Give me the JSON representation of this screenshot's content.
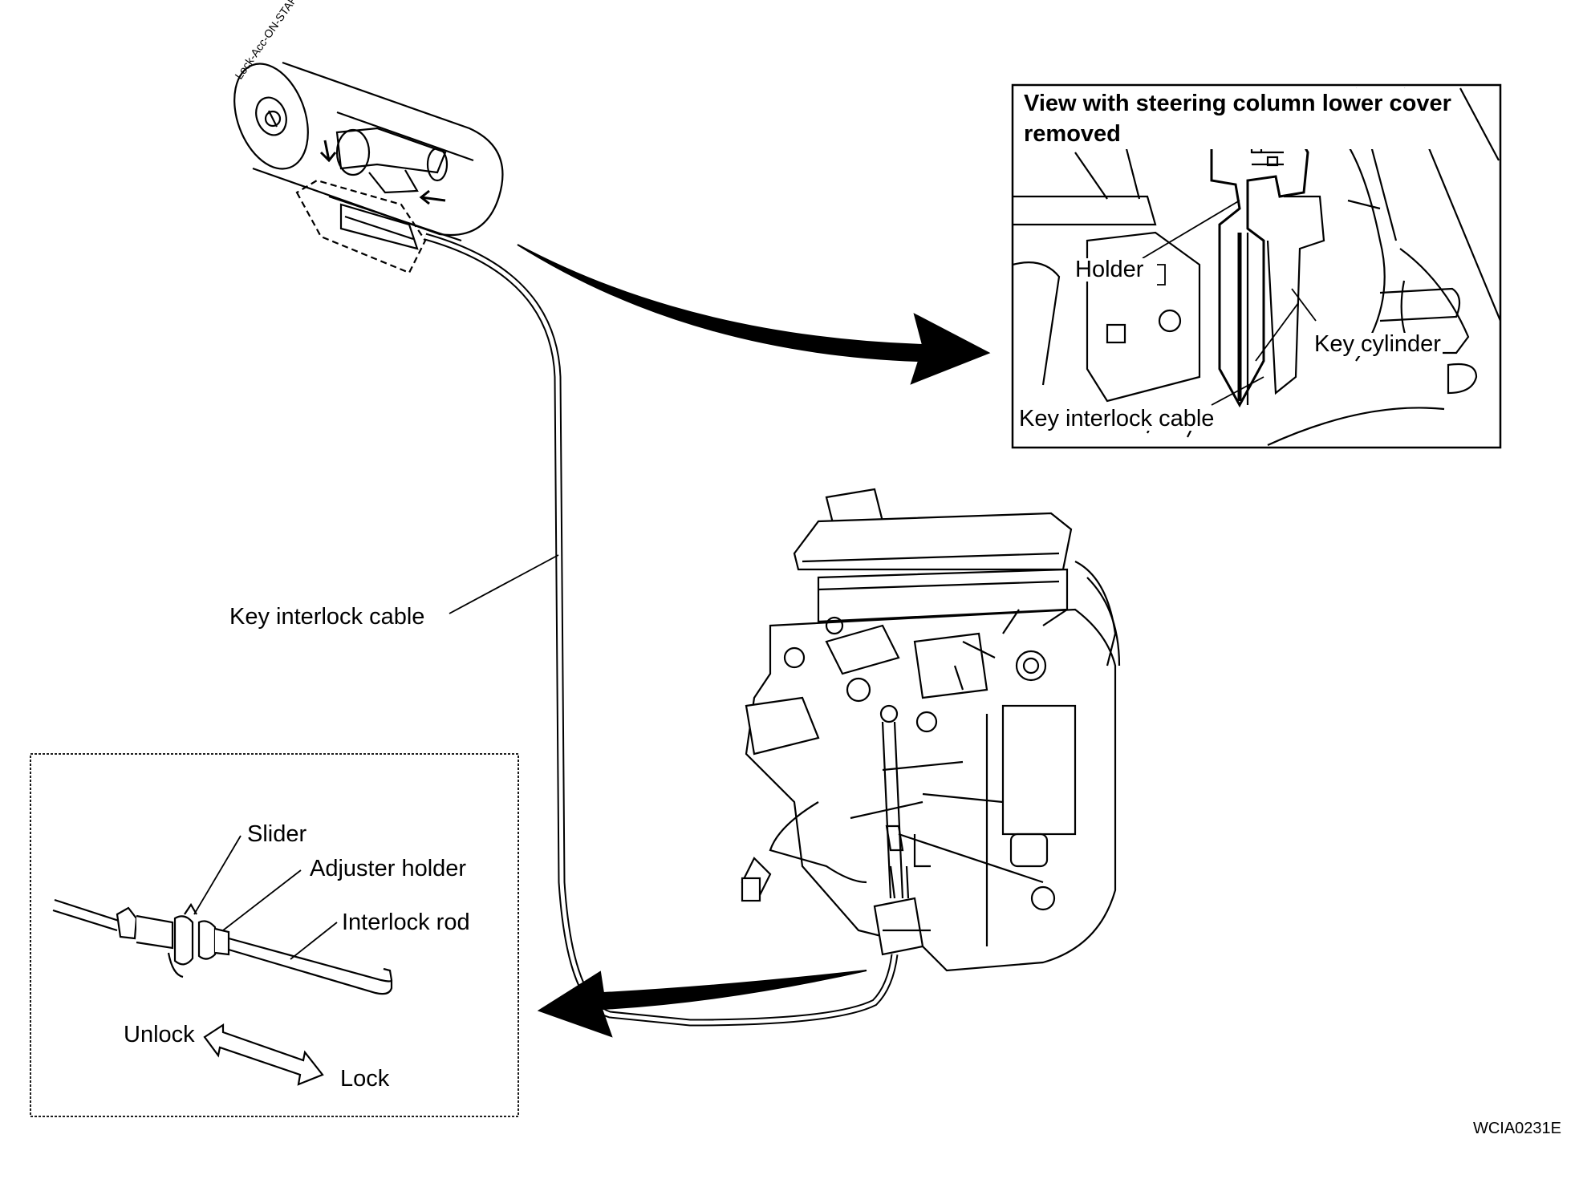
{
  "inset_view": {
    "title_line1": "View with steering column lower cover",
    "title_line2": "removed",
    "labels": {
      "holder": "Holder",
      "key_cylinder": "Key cylinder",
      "key_interlock_cable": "Key interlock cable"
    }
  },
  "main": {
    "key_interlock_cable": "Key interlock cable",
    "key_cylinder_markings": "Lock-Acc-ON-START"
  },
  "detail_view": {
    "slider": "Slider",
    "adjuster_holder": "Adjuster holder",
    "interlock_rod": "Interlock rod",
    "unlock": "Unlock",
    "lock": "Lock"
  },
  "figure_code": "WCIA0231E"
}
